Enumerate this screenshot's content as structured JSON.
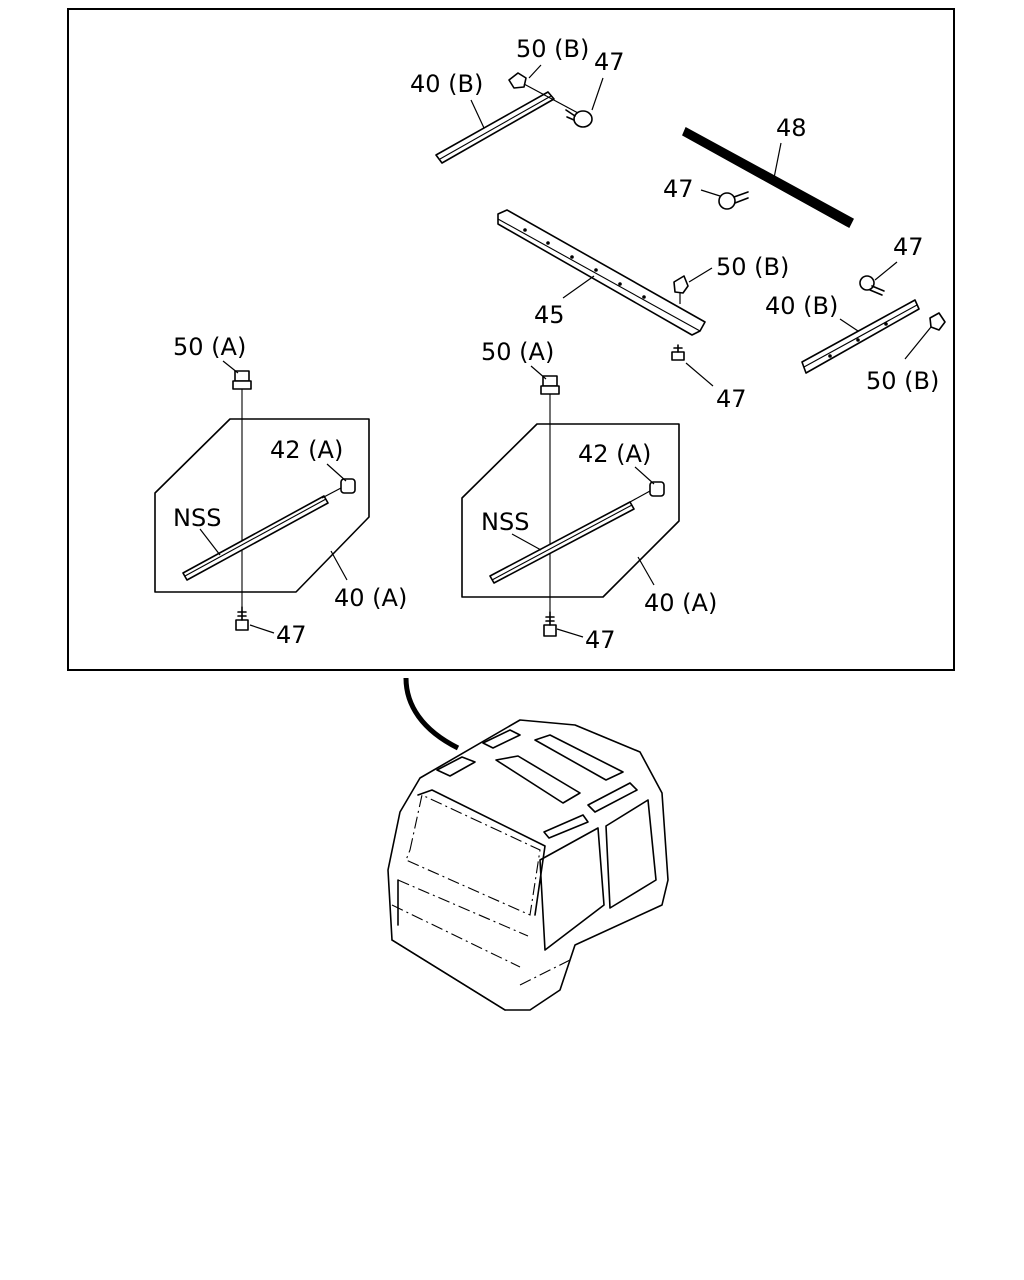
{
  "labels": {
    "roofrail_rear_left": "40 (B)",
    "clip_top": "50 (B)",
    "screw_top": "47",
    "moulding_48": "48",
    "screw_48": "47",
    "rail_45": "45",
    "clip_45": "50 (B)",
    "screw_45": "47",
    "screw_right": "47",
    "roofrail_rear_right": "40 (B)",
    "clip_right": "50 (B)",
    "left_clip": "50 (A)",
    "left_end": "42 (A)",
    "left_nss": "NSS",
    "left_rail": "40 (A)",
    "left_screw": "47",
    "mid_clip": "50 (A)",
    "mid_end": "42 (A)",
    "mid_nss": "NSS",
    "mid_rail": "40 (A)",
    "mid_screw": "47"
  },
  "colors": {
    "line": "#000000",
    "background": "#ffffff"
  }
}
